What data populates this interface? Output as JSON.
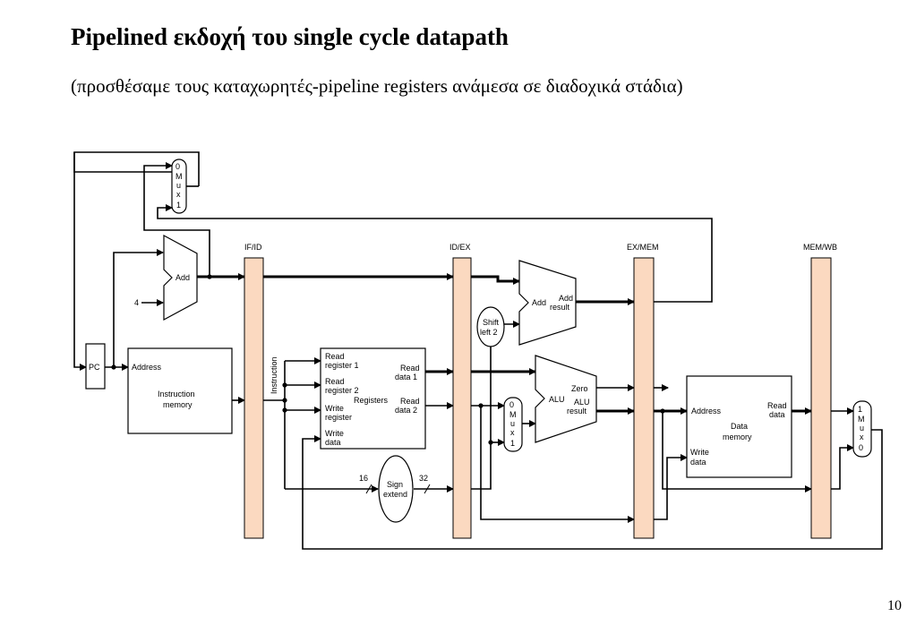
{
  "title": "Pipelined εκδοχή του single cycle datapath",
  "subtitle": "(προσθέσαμε τους καταχωρητές-pipeline registers ανάμεσα σε διαδοχικά στάδια)",
  "page_number": "10",
  "pipeline_registers": [
    "IF/ID",
    "ID/EX",
    "EX/MEM",
    "MEM/WB"
  ],
  "blocks": {
    "pc": "PC",
    "adder_if": "Add",
    "const_four": "4",
    "instr_mem_address": "Address",
    "instr_mem_line1": "Instruction",
    "instr_mem_line2": "memory",
    "instruction_bus": "Instruction",
    "reg_read1_line1": "Read",
    "reg_read1_line2": "register 1",
    "reg_read2_line1": "Read",
    "reg_read2_line2": "register 2",
    "reg_write_reg_line1": "Write",
    "reg_write_reg_line2": "register",
    "reg_write_data_line1": "Write",
    "reg_write_data_line2": "data",
    "registers": "Registers",
    "reg_rd1_line1": "Read",
    "reg_rd1_line2": "data 1",
    "reg_rd2_line1": "Read",
    "reg_rd2_line2": "data 2",
    "sign_ext_line1": "Sign",
    "sign_ext_line2": "extend",
    "bits_in": "16",
    "bits_out": "32",
    "shift_line1": "Shift",
    "shift_line2": "left 2",
    "adder_ex": "Add",
    "adder_ex_res_line1": "Add",
    "adder_ex_res_line2": "result",
    "alu": "ALU",
    "alu_zero": "Zero",
    "alu_res_line1": "ALU",
    "alu_res_line2": "result",
    "data_mem_address": "Address",
    "data_mem_line1": "Data",
    "data_mem_line2": "memory",
    "data_mem_read_line1": "Read",
    "data_mem_read_line2": "data",
    "data_mem_write_line1": "Write",
    "data_mem_write_line2": "data"
  },
  "muxes": {
    "pc_mux": [
      "0",
      "M",
      "u",
      "x",
      "1"
    ],
    "alu_mux": [
      "0",
      "M",
      "u",
      "x",
      "1"
    ],
    "wb_mux": [
      "1",
      "M",
      "u",
      "x",
      "0"
    ]
  },
  "colors": {
    "pipeline_register_fill": "#fbd9c0"
  }
}
